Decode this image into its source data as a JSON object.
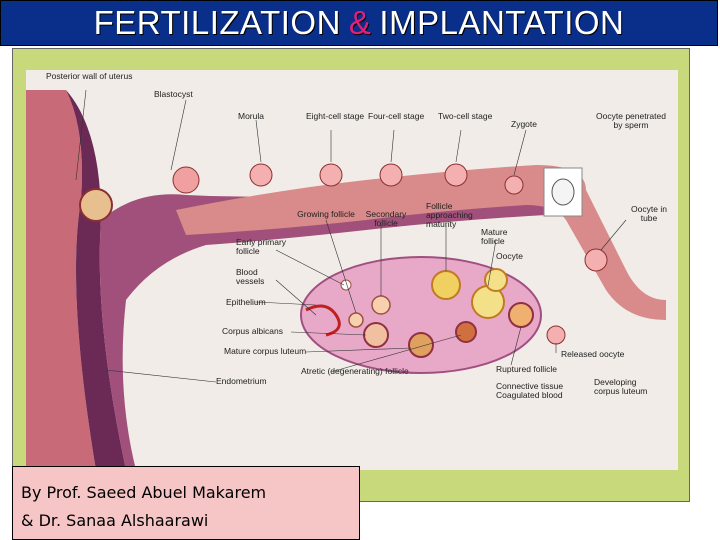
{
  "title": {
    "part1": "FERTILIZATION",
    "amp": "&",
    "part2": "IMPLANTATION"
  },
  "labels": {
    "posterior_wall": "Posterior wall of uterus",
    "blastocyst": "Blastocyst",
    "morula": "Morula",
    "eight_cell": "Eight-cell stage",
    "four_cell": "Four-cell stage",
    "two_cell": "Two-cell stage",
    "zygote": "Zygote",
    "oocyte_penetrated": "Oocyte penetrated by sperm",
    "growing_follicle": "Growing follicle",
    "secondary_follicle": "Secondary follicle",
    "follicle_approaching": "Follicle approaching maturity",
    "mature_follicle": "Mature follicle",
    "oocyte": "Oocyte",
    "oocyte_in_tube": "Oocyte in tube",
    "early_primary": "Early primary follicle",
    "blood_vessels": "Blood vessels",
    "epithelium": "Epithelium",
    "corpus_albicans": "Corpus albicans",
    "mature_corpus_luteum": "Mature corpus luteum",
    "atretic": "Atretic (degenerating) follicle",
    "endometrium": "Endometrium",
    "released_oocyte": "Released oocyte",
    "ruptured_follicle": "Ruptured follicle",
    "connective_tissue": "Connective tissue Coagulated blood",
    "developing_corpus": "Developing corpus luteum"
  },
  "credits": {
    "line1": "By Prof. Saeed Abuel Makarem",
    "line2": "& Dr. Sanaa Alshaarawi"
  },
  "colors": {
    "title_bg": "#0a2f8a",
    "frame_bg": "#c7d97a",
    "credit_bg": "#f6c6c6",
    "uterus": "#c96a78",
    "endometrium": "#6a2a55",
    "ovary": "#e8a8c8"
  }
}
